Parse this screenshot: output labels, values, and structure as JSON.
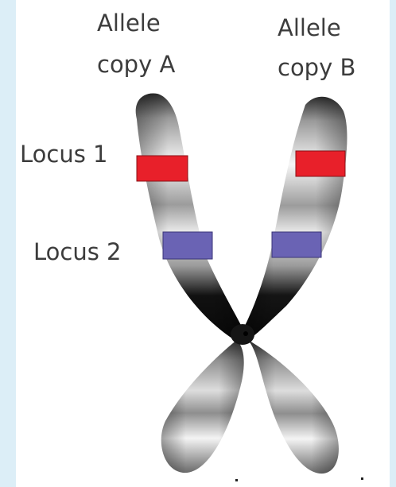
{
  "labels": {
    "allele_a_line1": "Allele",
    "allele_a_line2": "copy A",
    "allele_b_line1": "Allele",
    "allele_b_line2": "copy B",
    "locus1": "Locus 1",
    "locus2": "Locus 2"
  },
  "colors": {
    "background": "#dceef7",
    "panel": "#ffffff",
    "locus1_band": "#e8202a",
    "locus2_band": "#6a63b4",
    "text": "#3c3c3c"
  }
}
